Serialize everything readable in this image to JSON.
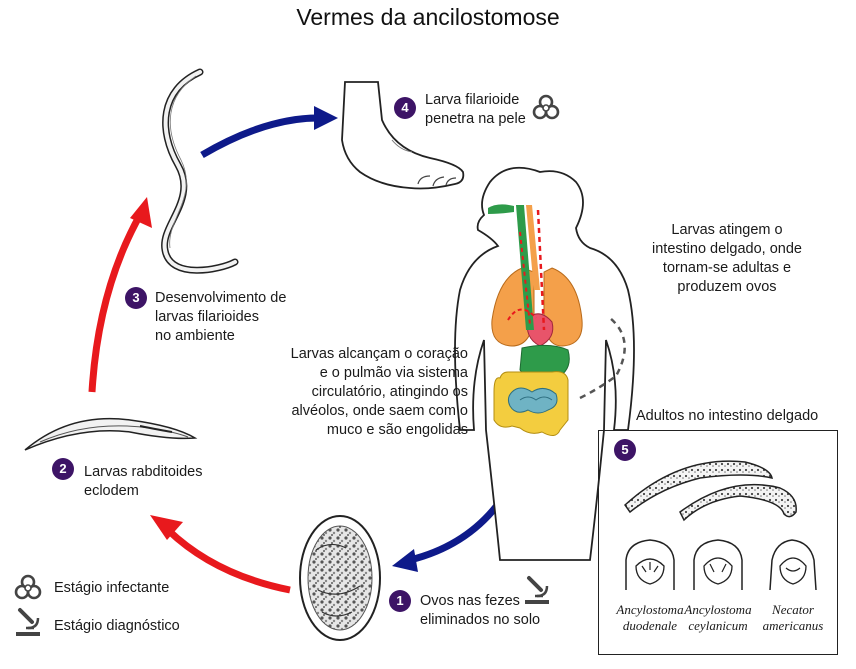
{
  "title": "Vermes da ancilostomose",
  "colors": {
    "stage_number_bg": "#3d1466",
    "arrow_red": "#e8191d",
    "arrow_blue": "#0e1a8a",
    "lungs": "#f4a04a",
    "stomach": "#e8546a",
    "small_intestine": "#6fb3c4",
    "large_intestine": "#f3cd3f",
    "esophagus": "#2e9b4a"
  },
  "stages": [
    {
      "number": "1",
      "text": "Ovos nas fezes eliminados no solo",
      "line1": "Ovos nas fezes",
      "line2": "eliminados no solo",
      "icon": "microscope-icon"
    },
    {
      "number": "2",
      "text": "Larvas rabditoides eclodem",
      "line1": "Larvas rabditoides",
      "line2": "eclodem"
    },
    {
      "number": "3",
      "text": "Desenvolvimento de larvas filarioides no ambiente",
      "line1": "Desenvolvimento de",
      "line2": "larvas filarioides",
      "line3": "no ambiente"
    },
    {
      "number": "4",
      "text": "Larva filarioide penetra na pele",
      "line1": "Larva filarioide",
      "line2": "penetra na pele",
      "icon": "biohazard-icon"
    },
    {
      "number": "5",
      "label": "Adultos no intestino delgado"
    }
  ],
  "annotations": {
    "circulation": {
      "line1": "Larvas alcançam o coração",
      "line2": "e o pulmão via sistema",
      "line3": "circulatório, atingindo os",
      "line4": "alvéolos, onde saem com o",
      "line5": "muco e são engolidas"
    },
    "intestine": {
      "line1": "Larvas atingem o",
      "line2": "intestino delgado, onde",
      "line3": "tornam-se adultas e",
      "line4": "produzem ovos"
    }
  },
  "species": [
    {
      "genus": "Ancylostoma",
      "epithet": "duodenale"
    },
    {
      "genus": "Ancylostoma",
      "epithet": "ceylanicum"
    },
    {
      "genus": "Necator",
      "epithet": "americanus"
    }
  ],
  "legend": [
    {
      "icon": "biohazard-icon",
      "label": "Estágio infectante"
    },
    {
      "icon": "microscope-icon",
      "label": "Estágio diagnóstico"
    }
  ]
}
